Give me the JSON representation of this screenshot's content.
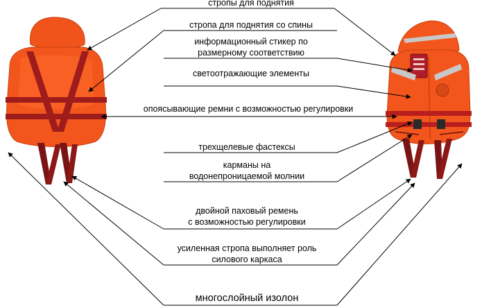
{
  "colors": {
    "vest_orange": "#f2561c",
    "vest_orange_light": "#ff7a3d",
    "vest_orange_dark": "#c93f0f",
    "strap_red": "#9e1c1c",
    "strap_dark": "#6d1010",
    "reflective": "#c8c8c8",
    "line": "#000000"
  },
  "labels": {
    "lift_straps": "стропы для поднятия",
    "back_lift_strap": "стропа для поднятия со спины",
    "info_sticker_1": "информационный стикер по",
    "info_sticker_2": "размерному соответствию",
    "reflective": "светоотражающие элементы",
    "belts": "опоясывающие ремни с возможностью регулировки",
    "buckles": "трехщелевые фастексы",
    "pockets_1": "карманы на",
    "pockets_2": "водонепроницаемой молнии",
    "groin_1": "двойной паховый ремень",
    "groin_2": "с возможностью регулировки",
    "frame_1": "усиленная стропа выполняет роль",
    "frame_2": "силового каркаса",
    "izolon": "многослойный изолон"
  }
}
